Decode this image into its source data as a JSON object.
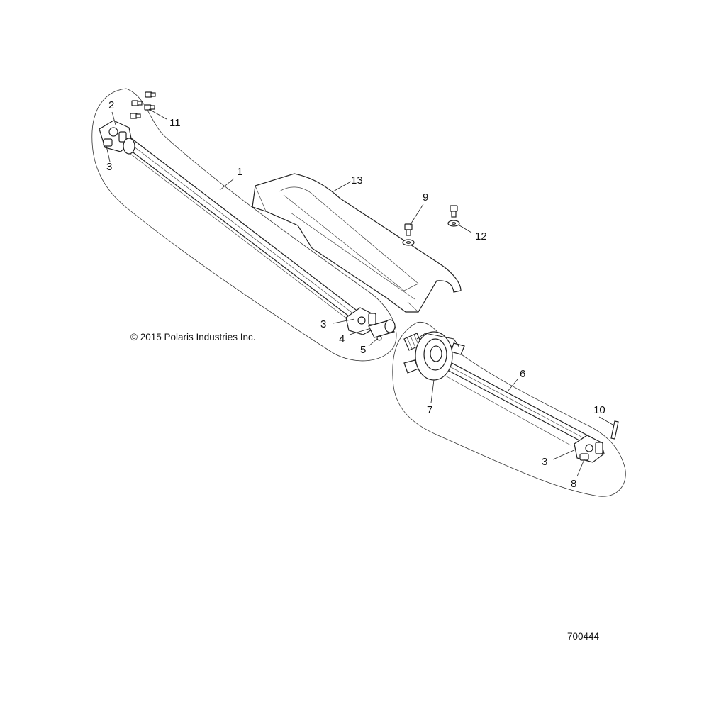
{
  "copyright": "© 2015 Polaris Industries Inc.",
  "diagram_number": "700444",
  "callouts": {
    "c1": "1",
    "c2": "2",
    "c3a": "3",
    "c3b": "3",
    "c3c": "3",
    "c4": "4",
    "c5": "5",
    "c6": "6",
    "c7": "7",
    "c8": "8",
    "c9": "9",
    "c10": "10",
    "c11": "11",
    "c12": "12",
    "c13": "13"
  }
}
